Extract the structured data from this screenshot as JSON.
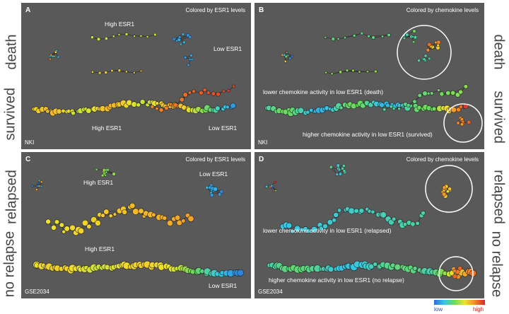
{
  "rows": {
    "top": {
      "upper": "death",
      "lower": "survived"
    },
    "bottom": {
      "upper": "relapsed",
      "lower": "no relapse"
    }
  },
  "panels": {
    "A": {
      "letter": "A",
      "title": "Colored by ESR1 levels",
      "dataset": "NKI",
      "labels": {
        "high_top": "High ESR1",
        "low_top": "Low ESR1",
        "high_bottom": "High ESR1",
        "low_bottom": "Low ESR1"
      }
    },
    "B": {
      "letter": "B",
      "title": "Colored by chemokine levels",
      "dataset": "NKI",
      "labels": {
        "lower": "lower chemokine activity in low ESR1 (death)",
        "higher": "higher chemokine activity in low ESR1 (survived)"
      }
    },
    "C": {
      "letter": "C",
      "title": "Colored by ESR1 levels",
      "dataset": "GSE2034",
      "labels": {
        "high_top": "High ESR1",
        "low_top": "Low ESR1",
        "high_bottom": "High ESR1",
        "low_bottom": "Low ESR1"
      }
    },
    "D": {
      "letter": "D",
      "title": "Colored by chemokine levels",
      "dataset": "GSE2034",
      "labels": {
        "lower": "lower chemokine activity in low ESR1 (relapsed)",
        "higher": "higher chemokine activity in low ESR1 (no relapse)"
      }
    }
  },
  "legend": {
    "low": "low",
    "high": "high",
    "colors": [
      "#2b6cd6",
      "#35c6e8",
      "#6bdc5a",
      "#f0e42a",
      "#f58a25",
      "#d8262b"
    ]
  }
}
